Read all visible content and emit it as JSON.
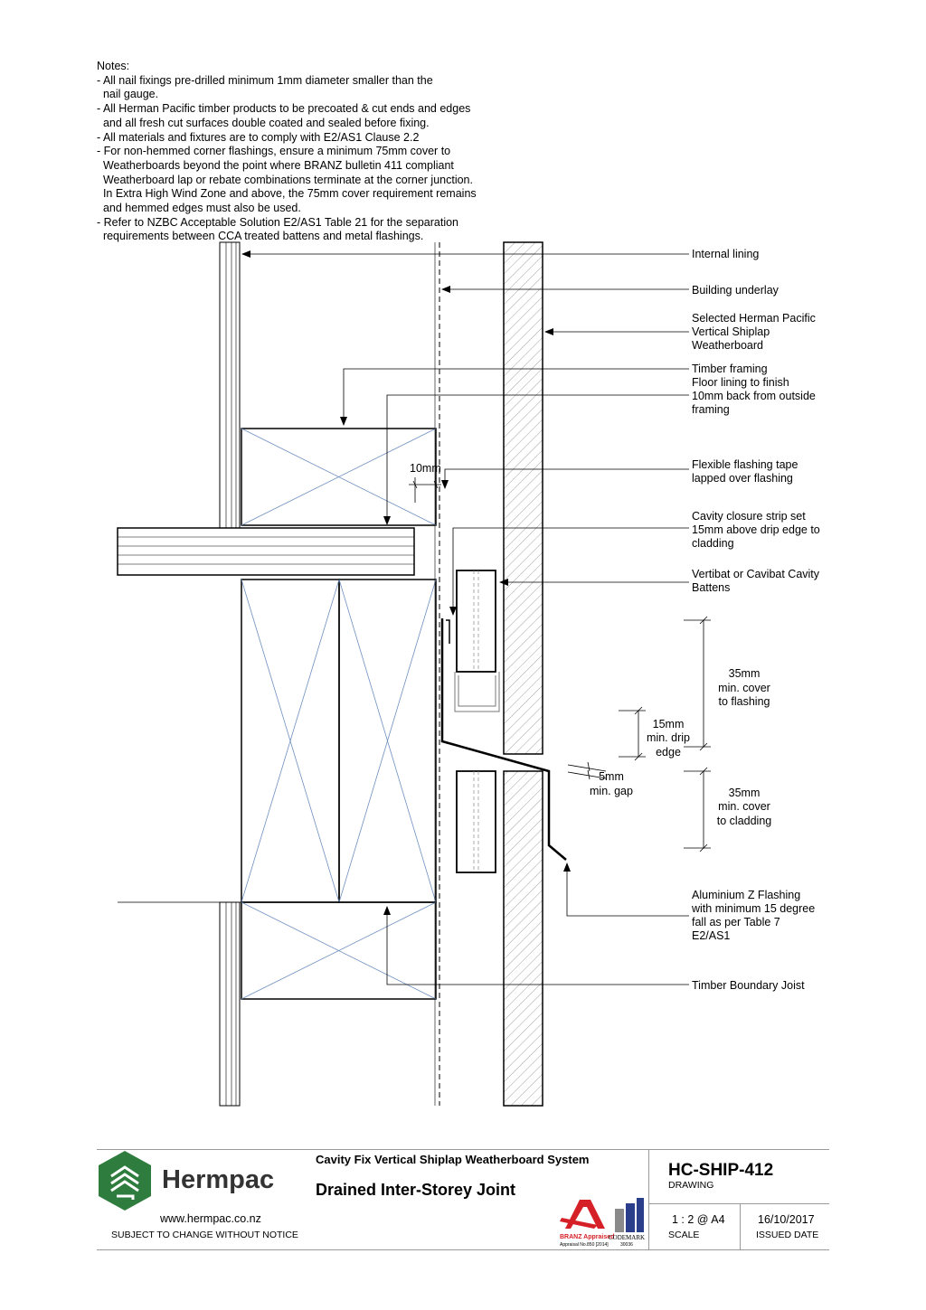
{
  "notes": {
    "lines": [
      "Notes:",
      "- All nail fixings pre-drilled minimum 1mm diameter smaller than the",
      "  nail gauge.",
      "- All Herman Pacific timber products to be precoated & cut ends and edges",
      "  and all fresh cut surfaces double coated and sealed before fixing.",
      "- All materials and fixtures are to comply with E2/AS1 Clause 2.2",
      "- For non-hemmed corner flashings, ensure a minimum 75mm cover to",
      "  Weatherboards beyond the point where BRANZ bulletin 411 compliant",
      "  Weatherboard lap or rebate combinations terminate at the corner junction.",
      "  In Extra High Wind Zone and above, the 75mm cover requirement remains",
      "  and hemmed edges must also be used.",
      "- Refer to NZBC Acceptable Solution E2/AS1 Table 21 for the separation",
      "  requirements between CCA treated battens and metal flashings."
    ]
  },
  "labels": {
    "internal_lining": "Internal lining",
    "building_underlay": "Building underlay",
    "weatherboard": [
      "Selected Herman Pacific",
      "Vertical Shiplap",
      "Weatherboard"
    ],
    "timber_framing": [
      "Timber framing",
      "Floor lining to finish",
      "10mm back from outside",
      "framing"
    ],
    "flashing_tape": [
      "Flexible flashing tape",
      "lapped over flashing"
    ],
    "cavity_closure": [
      "Cavity closure strip set",
      "15mm above drip edge to",
      "cladding"
    ],
    "battens": [
      "Vertibat or Cavibat Cavity",
      "Battens"
    ],
    "z_flashing": [
      "Aluminium Z Flashing",
      "with minimum 15 degree",
      "fall as per Table 7",
      "E2/AS1"
    ],
    "boundary_joist": "Timber Boundary Joist"
  },
  "dimensions": {
    "ten_mm": "10mm",
    "cover_flashing": [
      "35mm",
      "min. cover",
      "to flashing"
    ],
    "drip_edge": [
      "15mm",
      "min. drip",
      "edge"
    ],
    "gap": [
      "5mm",
      "min. gap"
    ],
    "cover_cladding": [
      "35mm",
      "min. cover",
      "to cladding"
    ]
  },
  "titleblock": {
    "company": "Hermpac",
    "website": "www.hermpac.co.nz",
    "disclaimer": "SUBJECT TO CHANGE WITHOUT NOTICE",
    "system": "Cavity Fix Vertical Shiplap Weatherboard System",
    "title": "Drained Inter-Storey Joint",
    "drawing_no": "HC-SHIP-412",
    "drawing_label": "DRAWING",
    "scale": "1 : 2 @ A4",
    "scale_label": "SCALE",
    "issued": "16/10/2017",
    "issued_label": "ISSUED DATE",
    "branz_text": "BRANZ Appraised",
    "branz_no": "Appraisal No.850 [2014]",
    "codemark_text": "CODEMARK",
    "codemark_no": "30036"
  },
  "colors": {
    "logo_green": "#2e7d3e",
    "branz_red": "#d62027",
    "codemark_blue": "#2b3e8c",
    "cross_blue": "#6d8fbf",
    "hatch_grey": "#8a8a8a"
  }
}
